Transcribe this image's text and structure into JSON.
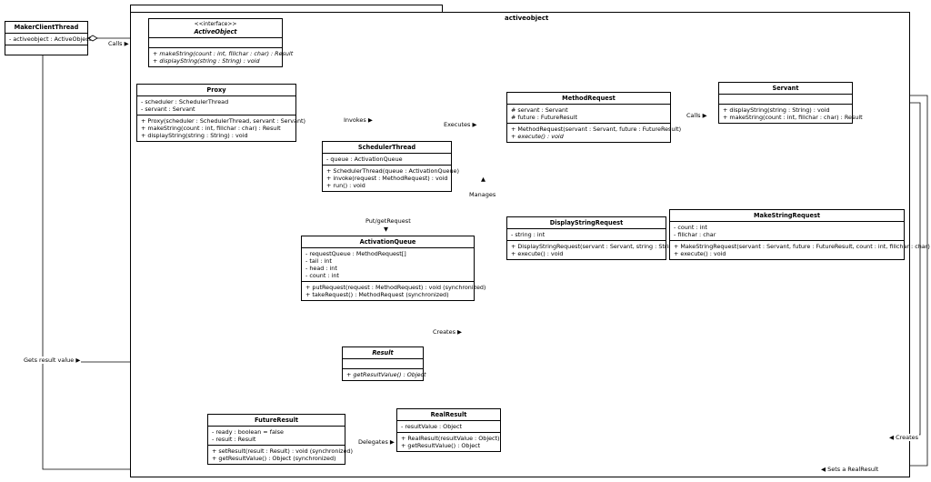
{
  "package": {
    "name": "activeobject"
  },
  "classes": {
    "maker": {
      "name": "MakerClientThread",
      "attributes": [
        "- activeobject : ActiveObject"
      ],
      "methods": []
    },
    "activeobject": {
      "stereotype": "<<interface>>",
      "name": "ActiveObject",
      "attributes": [],
      "methods": [
        "+ makeString(count : int, fillchar : char) : Result",
        "+ displayString(string : String) : void"
      ]
    },
    "proxy": {
      "name": "Proxy",
      "attributes": [
        "- scheduler : SchedulerThread",
        "- servant : Servant"
      ],
      "methods": [
        "+ Proxy(scheduler : SchedulerThread, servant : Servant)",
        "+ makeString(count : int, fillchar : char) : Result",
        "+ displayString(string : String) : void"
      ]
    },
    "scheduler": {
      "name": "SchedulerThread",
      "attributes": [
        "- queue : ActivationQueue"
      ],
      "methods": [
        "+ SchedulerThread(queue : ActivationQueue)",
        "+ invoke(request : MethodRequest) : void",
        "+ run() : void"
      ]
    },
    "queue": {
      "name": "ActivationQueue",
      "attributes": [
        "- requestQueue : MethodRequest[]",
        "- tail : int",
        "- head : int",
        "- count : int"
      ],
      "methods": [
        "+ putRequest(request : MethodRequest) : void (synchronized)",
        "+ takeRequest() : MethodRequest (synchronized)"
      ]
    },
    "methodrequest": {
      "name": "MethodRequest",
      "attributes": [
        "# servant : Servant",
        "# future : FutureResult"
      ],
      "methods": [
        "+ MethodRequest(servant : Servant, future : FutureResult)",
        "+ execute() : void"
      ]
    },
    "servant": {
      "name": "Servant",
      "attributes": [],
      "methods": [
        "+ displayString(string : String) : void",
        "+ makeString(count : int, fillchar : char) : Result"
      ]
    },
    "displayreq": {
      "name": "DisplayStringRequest",
      "attributes": [
        "- string : int"
      ],
      "methods": [
        "+ DisplayStringRequest(servant : Servant, string : String)",
        "+ execute() : void"
      ]
    },
    "makereq": {
      "name": "MakeStringRequest",
      "attributes": [
        "- count : int",
        "- fillchar : char"
      ],
      "methods": [
        "+ MakeStringRequest(servant : Servant, future : FutureResult, count : int, fillchar : char)",
        "+ execute() : void"
      ]
    },
    "result": {
      "name": "Result",
      "attributes": [],
      "methods": [
        "+ getResultValue() : Object"
      ]
    },
    "future": {
      "name": "FutureResult",
      "attributes": [
        "- ready : boolean = false",
        "- result : Result"
      ],
      "methods": [
        "+ setResult(result : Result) : void (synchronized)",
        "+ getResultValue() : Object (synchronized)"
      ]
    },
    "real": {
      "name": "RealResult",
      "attributes": [
        "- resultValue : Object"
      ],
      "methods": [
        "+ RealResult(resultValue : Object)",
        "+ getResultValue() : Object"
      ]
    }
  },
  "labels": {
    "calls1": "Calls",
    "invokes": "Invokes",
    "executes": "Executes",
    "calls2": "Calls",
    "manages": "Manages",
    "putget": "Put/getRequest",
    "creates1": "Creates",
    "gets_result": "Gets result value",
    "delegates": "Delegates",
    "creates2": "Creates",
    "sets_real": "Sets a RealResult"
  }
}
